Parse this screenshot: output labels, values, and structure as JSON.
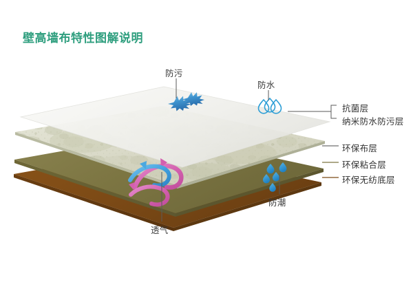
{
  "title": "壁高墙布特性图解说明",
  "colors": {
    "title": "#2e9e7e",
    "text": "#333333",
    "leader": "#5a5a5a",
    "layer_top": "#f2f2ee",
    "layer_fabric": "#dcdccb",
    "layer_adhesive": "#7c7542",
    "layer_base": "#7c4a16",
    "water_blue": "#2f9fd6",
    "splash_blue": "#2a7fc1",
    "air_pink": "#d667b4",
    "air_blue": "#4aa8e0"
  },
  "callouts": [
    {
      "id": "antifouling",
      "label": "防污",
      "icon": "splash-icon"
    },
    {
      "id": "waterproof",
      "label": "防水",
      "icon": "water-drop-outline-icon"
    },
    {
      "id": "moistureproof",
      "label": "防潮",
      "icon": "water-drop-filled-icon"
    },
    {
      "id": "breathable",
      "label": "透气",
      "icon": "airflow-arrows-icon"
    }
  ],
  "layer_labels": [
    {
      "id": "antibacterial",
      "label": "抗菌层",
      "dash_color": "#5a5a5a"
    },
    {
      "id": "nano-waterproof",
      "label": "纳米防水防污层",
      "dash_color": "#5a5a5a"
    },
    {
      "id": "eco-fabric",
      "label": "环保布层",
      "dash_color": "#6f6f6f"
    },
    {
      "id": "eco-adhesive",
      "label": "环保粘合层",
      "dash_color": "#7c7542"
    },
    {
      "id": "eco-nonwoven-base",
      "label": "环保无纺底层",
      "dash_color": "#7c4a16"
    }
  ]
}
